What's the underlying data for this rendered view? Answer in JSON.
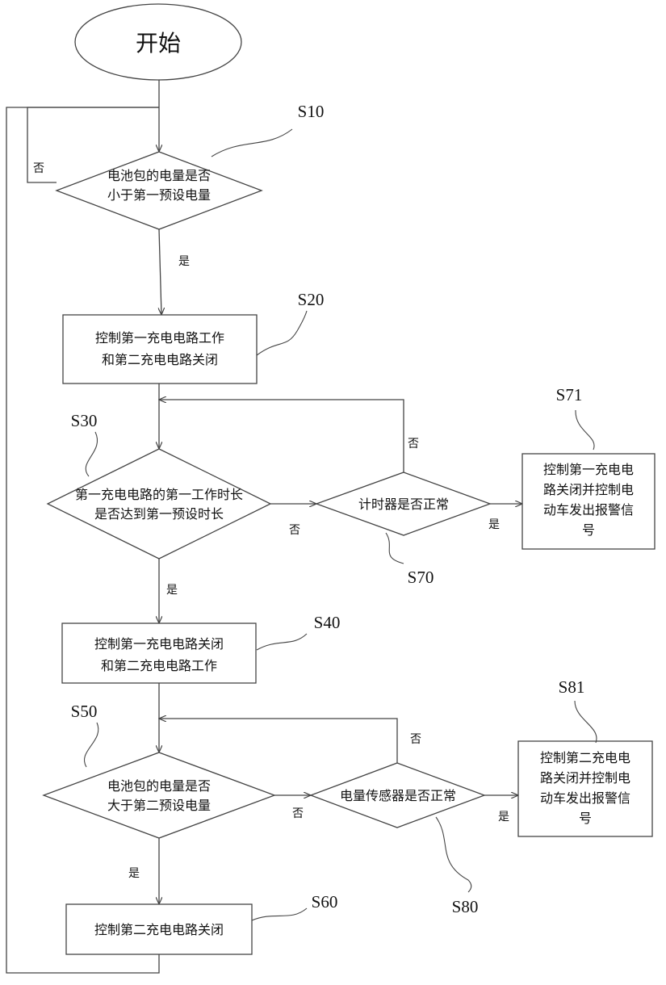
{
  "start": "开始",
  "steps": {
    "S10": {
      "id": "S10",
      "lines": [
        "电池包的电量是否",
        "小于第一预设电量"
      ]
    },
    "S20": {
      "id": "S20",
      "lines": [
        "控制第一充电电路工作",
        "和第二充电电路关闭"
      ]
    },
    "S30": {
      "id": "S30",
      "lines": [
        "第一充电电路的第一工作时长",
        "是否达到第一预设时长"
      ]
    },
    "S40": {
      "id": "S40",
      "lines": [
        "控制第一充电电路关闭",
        "和第二充电电路工作"
      ]
    },
    "S50": {
      "id": "S50",
      "lines": [
        "电池包的电量是否",
        "大于第二预设电量"
      ]
    },
    "S60": {
      "id": "S60",
      "lines": [
        "控制第二充电电路关闭"
      ]
    },
    "S70": {
      "id": "S70",
      "lines": [
        "计时器是否正常"
      ]
    },
    "S71": {
      "id": "S71",
      "lines": [
        "控制第一充电电",
        "路关闭并控制电",
        "动车发出报警信",
        "号"
      ]
    },
    "S80": {
      "id": "S80",
      "lines": [
        "电量传感器是否正常"
      ]
    },
    "S81": {
      "id": "S81",
      "lines": [
        "控制第二充电电",
        "路关闭并控制电",
        "动车发出报警信",
        "号"
      ]
    }
  },
  "labels": {
    "yes": "是",
    "no": "否"
  },
  "colors": {
    "stroke": "#444444",
    "text": "#111111",
    "background": "#ffffff"
  }
}
